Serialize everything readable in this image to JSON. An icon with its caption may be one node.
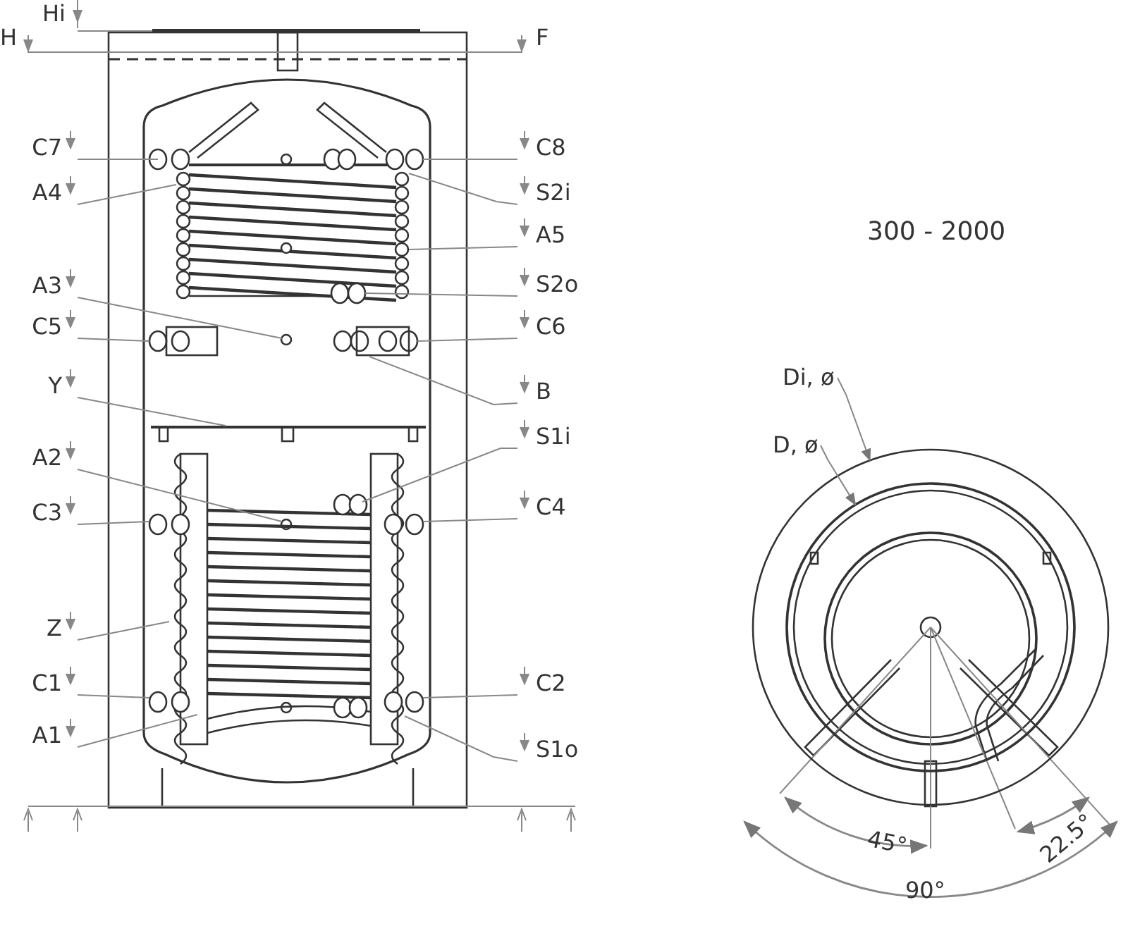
{
  "diagram": {
    "nodes": [
      {
        "text": [
          "C7"
        ]
      },
      {
        "text": [
          "A4"
        ]
      },
      {
        "text": [
          "A3"
        ]
      },
      {
        "text": [
          "C5"
        ]
      },
      {
        "text": [
          "Y"
        ]
      },
      {
        "text": [
          "A2"
        ]
      },
      {
        "text": [
          "C3"
        ]
      },
      {
        "text": [
          "Z"
        ]
      },
      {
        "text": [
          "C1"
        ]
      },
      {
        "text": [
          "A1"
        ]
      },
      {
        "text": [
          "C8"
        ]
      },
      {
        "text": [
          "S2i"
        ]
      },
      {
        "text": [
          "A5"
        ]
      },
      {
        "text": [
          "S2o"
        ]
      },
      {
        "text": [
          "C6"
        ]
      },
      {
        "text": [
          "B"
        ]
      },
      {
        "text": [
          "S1i"
        ]
      },
      {
        "text": [
          "C4"
        ]
      },
      {
        "text": [
          "C2"
        ]
      },
      {
        "text": [
          "S1o"
        ]
      },
      {
        "text": [
          "Di, ø"
        ]
      },
      {
        "text": [
          "D, ø"
        ]
      },
      {
        "text": [],
        "shape": "circle"
      },
      {
        "text": [],
        "shape": "circle",
        "in": 22
      }
    ],
    "edges": [
      {
        "from": 0,
        "to": null,
        "arrow": "none"
      },
      {
        "from": 1,
        "to": null,
        "arrow": "none"
      },
      {
        "from": 2,
        "to": null,
        "arrow": "none"
      },
      {
        "from": 3,
        "to": null,
        "arrow": "none"
      },
      {
        "from": 4,
        "to": null,
        "arrow": "none"
      },
      {
        "from": 5,
        "to": null,
        "arrow": "none"
      },
      {
        "from": 6,
        "to": null,
        "arrow": "none"
      },
      {
        "from": 7,
        "to": null,
        "arrow": "none"
      },
      {
        "from": 8,
        "to": null,
        "arrow": "none"
      },
      {
        "from": 9,
        "to": null,
        "arrow": "none"
      },
      {
        "from": 10,
        "to": null,
        "arrow": "none"
      },
      {
        "from": 11,
        "to": null,
        "arrow": "none"
      },
      {
        "from": 12,
        "to": null,
        "arrow": "none"
      },
      {
        "from": 13,
        "to": null,
        "arrow": "none"
      },
      {
        "from": 14,
        "to": null,
        "arrow": "none"
      },
      {
        "from": 15,
        "to": null,
        "arrow": "none"
      },
      {
        "from": 16,
        "to": null,
        "arrow": "none"
      },
      {
        "from": 17,
        "to": null,
        "arrow": "none"
      },
      {
        "from": 18,
        "to": null,
        "arrow": "none"
      },
      {
        "from": 19,
        "to": null,
        "arrow": "none"
      },
      {
        "from": 20,
        "to": 22,
        "arrow": "to"
      },
      {
        "from": 21,
        "to": 23,
        "arrow": "to"
      }
    ],
    "labels": [
      "Hi",
      "H",
      "F",
      "300 - 2000",
      "45°",
      "22.5°",
      "90°"
    ]
  }
}
